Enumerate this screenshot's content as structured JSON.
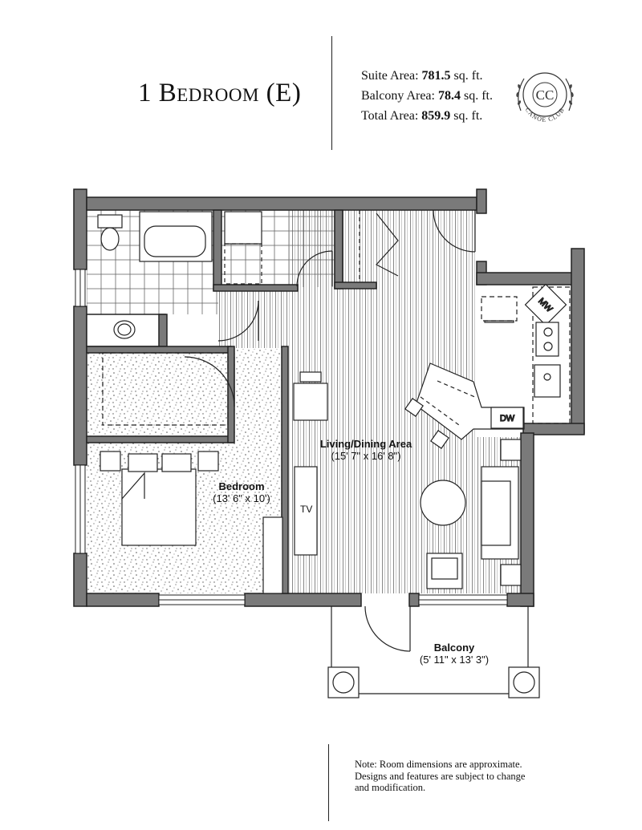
{
  "header": {
    "title": "1 Bedroom (E)",
    "areas": [
      {
        "label": "Suite Area:",
        "value": "781.5",
        "unit": "sq. ft."
      },
      {
        "label": "Balcony Area:",
        "value": "78.4",
        "unit": "sq. ft."
      },
      {
        "label": "Total Area:",
        "value": "859.9",
        "unit": "sq. ft."
      }
    ],
    "logo": {
      "monogram": "CC",
      "text": "CANOE CLUB"
    }
  },
  "rooms": {
    "living": {
      "name": "Living/Dining Area",
      "dims": "(15' 7\" x 16' 8\")"
    },
    "bedroom": {
      "name": "Bedroom",
      "dims": "(13' 6\" x 10')"
    },
    "balcony": {
      "name": "Balcony",
      "dims": "(5' 11\" x 13' 3\")"
    }
  },
  "fixtures": {
    "tv": "TV",
    "dishwasher": "DW",
    "microwave": "MW"
  },
  "note": {
    "lines": [
      "Note: Room dimensions are approximate.",
      "Designs and features are subject to change",
      "and modification."
    ]
  },
  "colors": {
    "wall": "#7a7a7a",
    "line": "#222222"
  }
}
